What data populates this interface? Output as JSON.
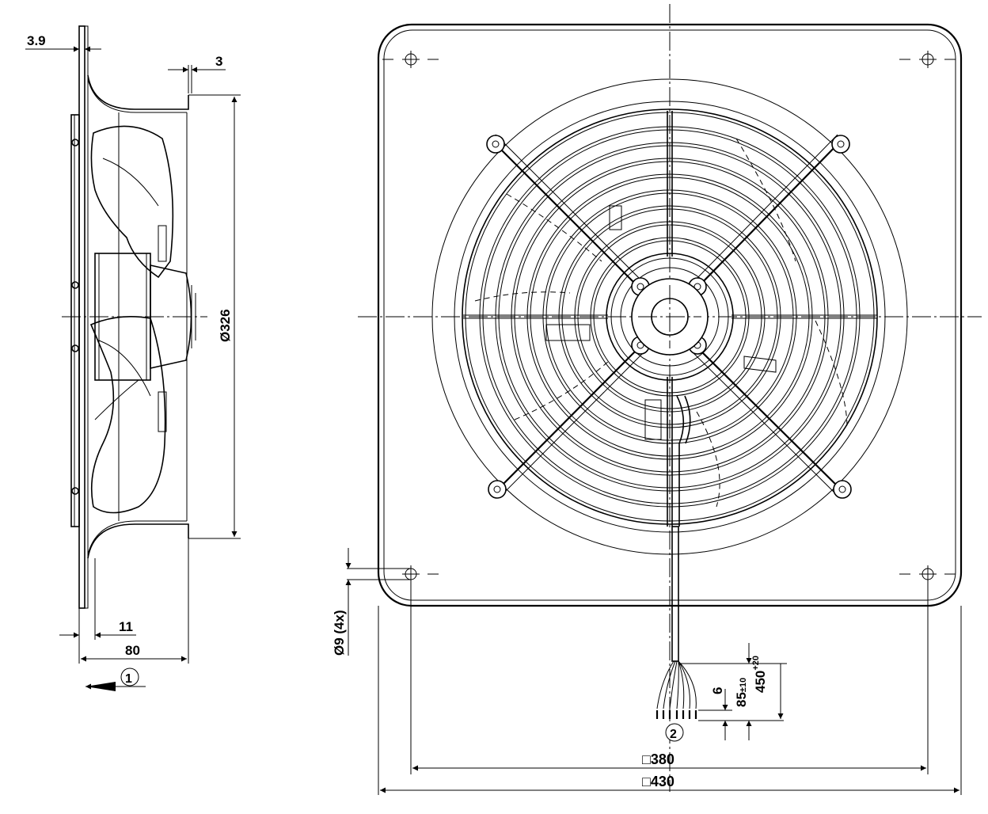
{
  "drawing": {
    "side_view": {
      "flange_thickness": "3.9",
      "offset_top": "3",
      "diameter": "Ø326",
      "offset_bottom": "11",
      "depth": "80",
      "airflow_marker": "1"
    },
    "front_view": {
      "hole_diameter": "Ø9 (4x)",
      "hole_pitch": "□380",
      "plate_size": "□430",
      "cable_marker": "2",
      "strip_length": "6",
      "strand_length_base": "85",
      "strand_length_tol": "±10",
      "cable_length_base": "450",
      "cable_length_tol": "+20"
    }
  }
}
